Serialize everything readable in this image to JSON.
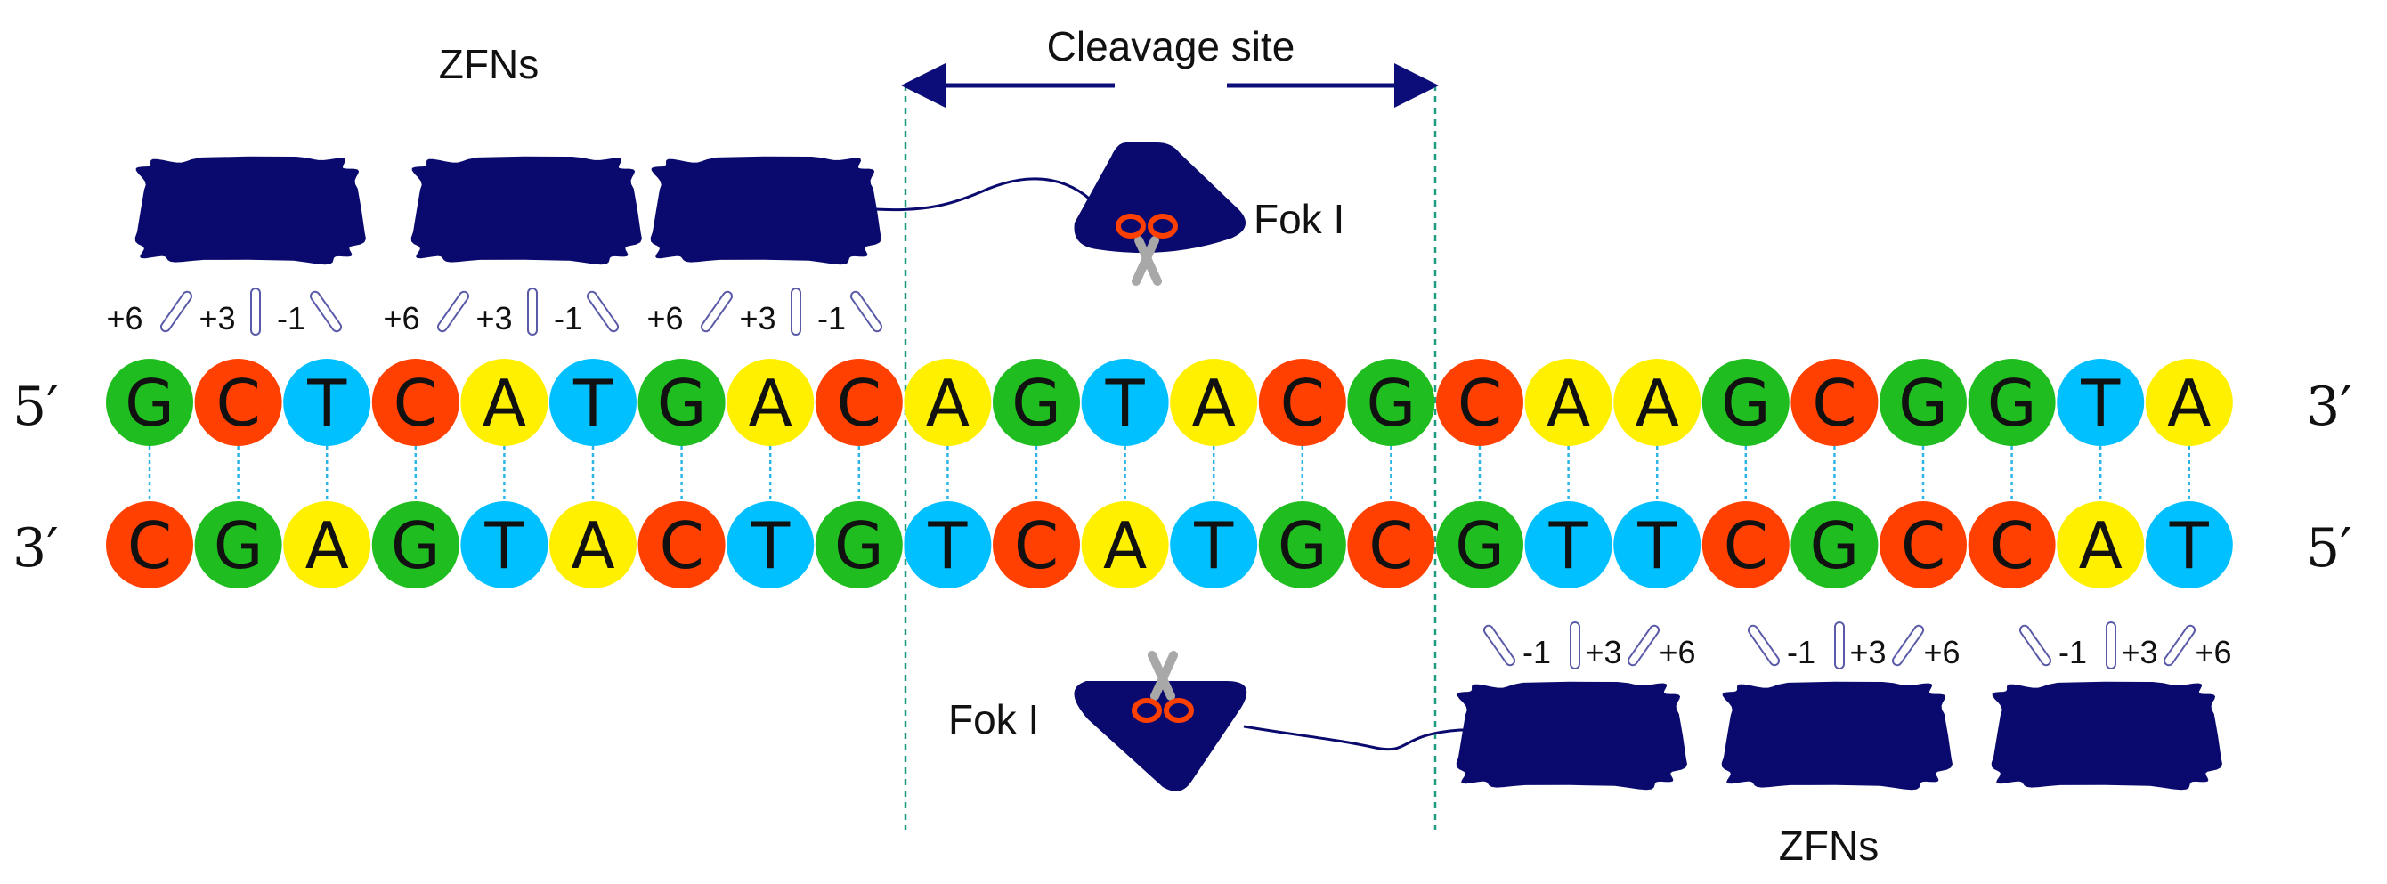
{
  "colors": {
    "G": "#1fbd1f",
    "C": "#ff4000",
    "T": "#00c0ff",
    "A": "#fff000",
    "protein": "#0a0a6e",
    "link": "#2cb5e6",
    "guide": "#1f9c80",
    "arrow": "#0d0d7a",
    "scissors_blade": "#a8a8a8",
    "scissors_handle": "#ff4000"
  },
  "labels": {
    "cleavage_site": "Cleavage site",
    "zfns_top": "ZFNs",
    "zfns_bottom": "ZFNs",
    "fok_top": "Fok I",
    "fok_bottom": "Fok I"
  },
  "strands": {
    "top": {
      "left_end": "5′",
      "right_end": "3′",
      "sequence": [
        "G",
        "C",
        "T",
        "C",
        "A",
        "T",
        "G",
        "A",
        "C",
        "A",
        "G",
        "T",
        "A",
        "C",
        "G",
        "C",
        "A",
        "A",
        "G",
        "C",
        "G",
        "G",
        "T",
        "A"
      ]
    },
    "bottom": {
      "left_end": "3′",
      "right_end": "5′",
      "sequence": [
        "C",
        "G",
        "A",
        "G",
        "T",
        "A",
        "C",
        "T",
        "G",
        "T",
        "C",
        "A",
        "T",
        "G",
        "C",
        "G",
        "T",
        "T",
        "C",
        "G",
        "C",
        "C",
        "A",
        "T"
      ]
    }
  },
  "finger_positions": {
    "top": [
      "+6",
      "+3",
      "-1"
    ],
    "bottom": [
      "-1",
      "+3",
      "+6"
    ]
  },
  "icons": {
    "protein": "zinc-finger-domain-blob",
    "enzyme": "fok-i-nuclease",
    "cut": "scissors-icon",
    "contact": "contact-bar-icon",
    "span": "double-headed-arrow"
  }
}
